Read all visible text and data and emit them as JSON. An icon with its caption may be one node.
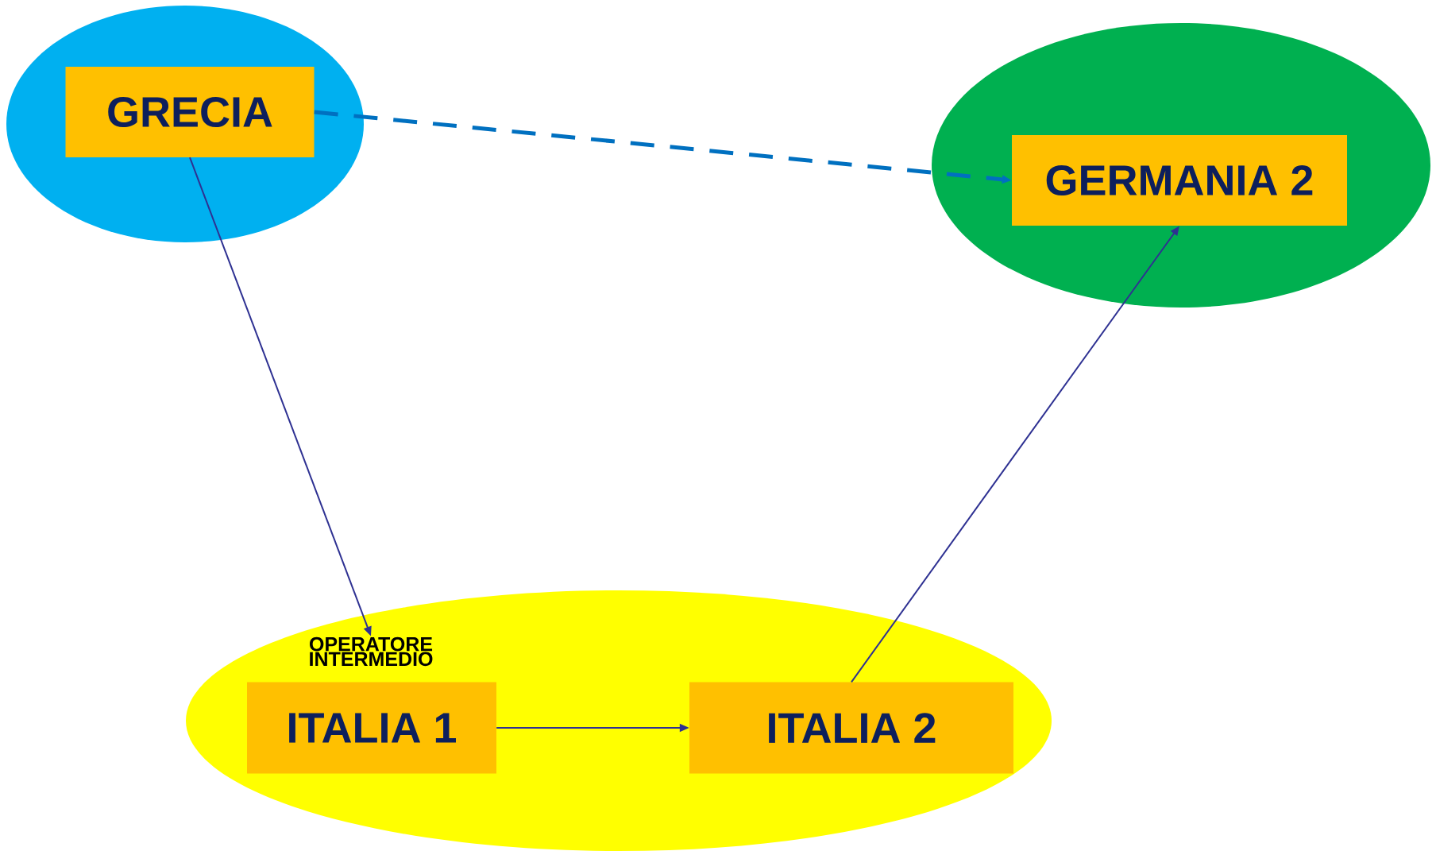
{
  "diagram": {
    "nodes": [
      {
        "text": [],
        "shape": "ellipse"
      },
      {
        "text": [
          "GRECIA"
        ],
        "in": 0
      },
      {
        "text": [],
        "shape": "ellipse"
      },
      {
        "text": [
          "GERMANIA 2"
        ],
        "in": 2
      },
      {
        "text": [],
        "shape": "ellipse"
      },
      {
        "text": [
          "ITALIA 1"
        ],
        "in": 4,
        "beside": [
          "OPERATORE INTERMEDIO"
        ]
      },
      {
        "text": [
          "ITALIA 2"
        ],
        "in": 4
      }
    ],
    "edges": [
      {
        "from": 1,
        "to": 3,
        "arrow": "to",
        "style": "dashed",
        "color": "#0070c0"
      },
      {
        "from": 1,
        "to": 5,
        "arrow": "to"
      },
      {
        "from": 5,
        "to": 6,
        "arrow": "to"
      },
      {
        "from": 6,
        "to": 3,
        "arrow": "to"
      }
    ]
  }
}
